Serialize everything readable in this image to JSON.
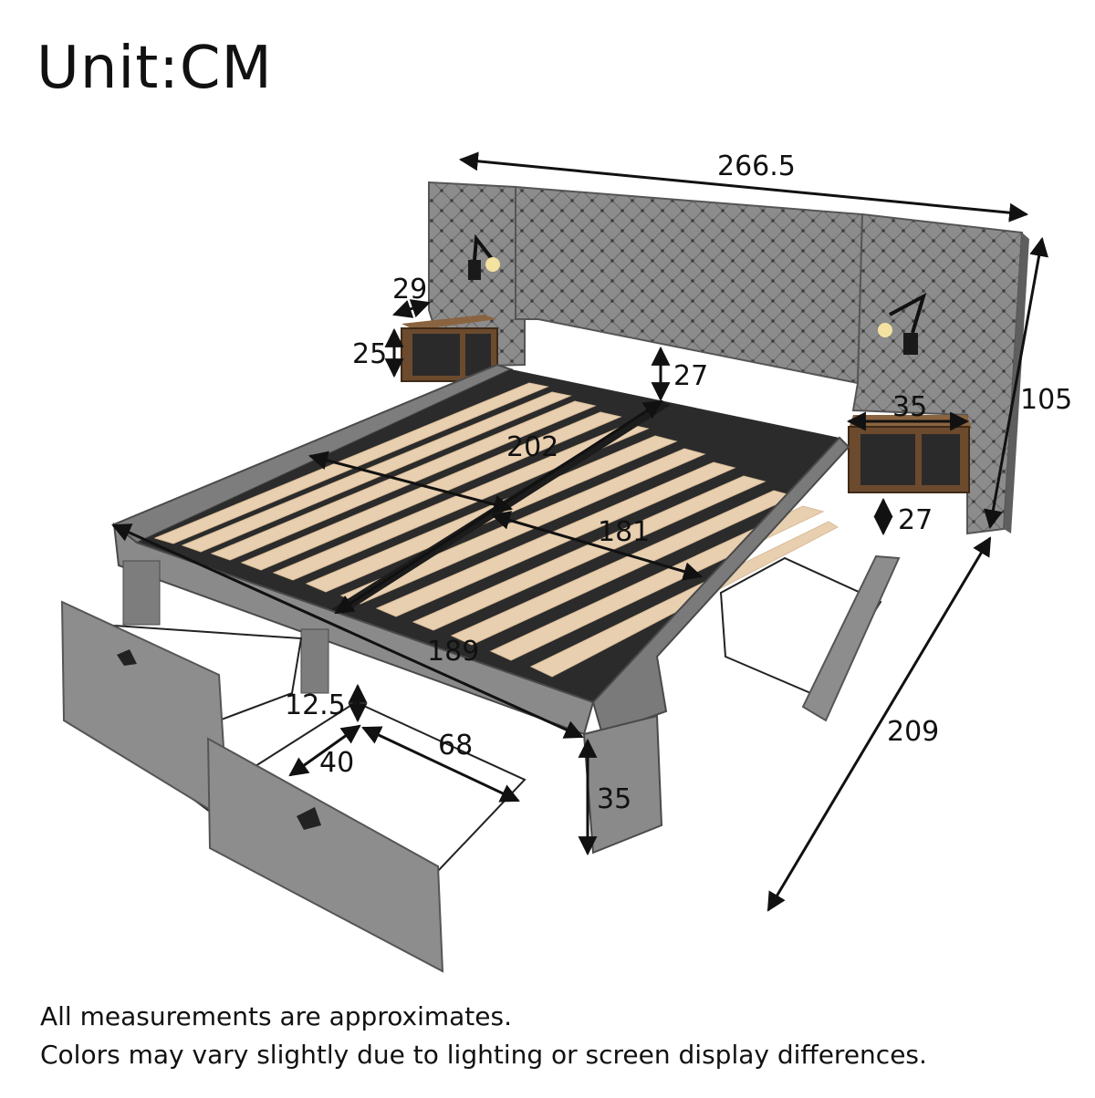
{
  "title": "Unit:CM",
  "notes": [
    "All measurements are approximates.",
    "Colors may vary slightly due to lighting or screen display differences."
  ],
  "dimensions": {
    "overall_width": "266.5",
    "overall_height": "105",
    "overall_length": "209",
    "nightstand_depth": "29",
    "nightstand_height": "25",
    "nightstand_width": "35",
    "nightstand_clearance": "27",
    "headboard_clearance": "27",
    "mattress_length": "202",
    "mattress_width": "181",
    "frame_width": "189",
    "drawer_height": "12.5",
    "drawer_width": "40",
    "drawer_length": "68",
    "frame_height": "35"
  },
  "colors": {
    "upholstery": "#8a8a8a",
    "upholstery_dark": "#5e5e5e",
    "slat": "#e8cfb0",
    "wood": "#6b4a2e",
    "dimension_line": "#111111"
  }
}
